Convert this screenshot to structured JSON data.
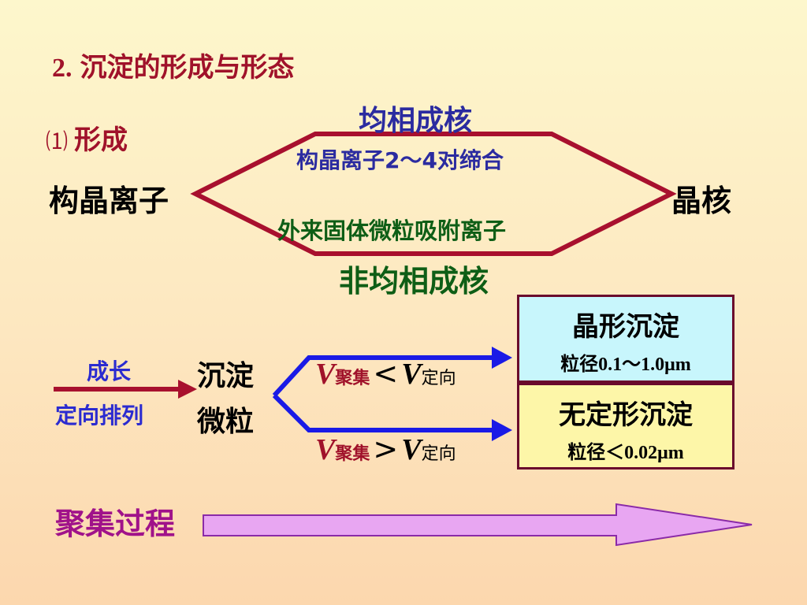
{
  "section": {
    "number": "2.",
    "title": "沉淀的形成与形态"
  },
  "subsection": {
    "number": "⑴",
    "title": "形成"
  },
  "nucleation": {
    "source": "构晶离子",
    "target": "晶核",
    "homogeneous": {
      "title": "均相成核",
      "description": "构晶离子2～4对缔合"
    },
    "heterogeneous": {
      "title": "非均相成核",
      "description": "外来固体微粒吸附离子"
    }
  },
  "growth": {
    "arrow_top_label": "成长",
    "arrow_bottom_label": "定向排列",
    "particle_line1": "沉淀",
    "particle_line2": "微粒",
    "upper_condition": {
      "v": "V",
      "sub1": "聚集",
      "op": "<",
      "sub2": "定向"
    },
    "lower_condition": {
      "v": "V",
      "sub1": "聚集",
      "op": ">",
      "sub2": "定向"
    },
    "crystalline": {
      "title": "晶形沉淀",
      "size": "粒径0.1～1.0μm"
    },
    "amorphous": {
      "title": "无定形沉淀",
      "size": "粒径＜0.02μm"
    }
  },
  "aggregation": {
    "label": "聚集过程"
  },
  "colors": {
    "hexagon": "#a8102e",
    "branch": "#1a1ae6",
    "arrow_fill": "#e8a6f2",
    "arrow_stroke": "#8a2aa8"
  }
}
